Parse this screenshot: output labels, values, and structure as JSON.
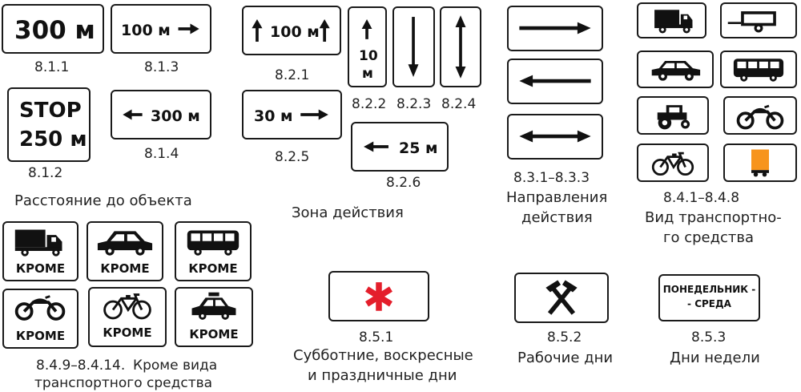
{
  "signs": {
    "s811": {
      "text": "300 м",
      "code": "8.1.1"
    },
    "s813": {
      "text": "100 м",
      "code": "8.1.3"
    },
    "s812": {
      "line1": "STOP",
      "line2": "250 м",
      "code": "8.1.2"
    },
    "s814": {
      "text": "300 м",
      "code": "8.1.4"
    },
    "s821": {
      "text": "100 м",
      "code": "8.2.1"
    },
    "s822": {
      "line1": "10",
      "line2": "м",
      "code": "8.2.2"
    },
    "s823": {
      "code": "8.2.3"
    },
    "s824": {
      "code": "8.2.4"
    },
    "s825": {
      "text": "30 м",
      "code": "8.2.5"
    },
    "s826": {
      "text": "25 м",
      "code": "8.2.6"
    },
    "s83x": {
      "code": "8.3.1–8.3.3"
    },
    "s84x": {
      "code": "8.4.1–8.4.8"
    },
    "s849": {
      "code": "8.4.9–8.4.14."
    },
    "s851": {
      "code": "8.5.1"
    },
    "s852": {
      "code": "8.5.2"
    },
    "s853": {
      "line1": "ПОНЕДЕЛЬНИК -",
      "line2": "- СРЕДА",
      "code": "8.5.3"
    }
  },
  "krome": "КРОМЕ",
  "captions": {
    "distance": "Расстояние до объекта",
    "zone": "Зона действия",
    "direction_1": "Направления",
    "direction_2": "действия",
    "vehicle_1": "Вид транспортно-",
    "vehicle_2": "го средства",
    "except_1": "Кроме вида",
    "except_2": "транспортного средства",
    "weekend_1": "Субботние, воскресные",
    "weekend_2": "и праздничные дни",
    "workdays": "Рабочие дни",
    "weekdays": "Дни недели"
  },
  "colors": {
    "ink": "#1a1a1a",
    "asterisk": "#e41e2b",
    "hazard": "#f7941d"
  }
}
